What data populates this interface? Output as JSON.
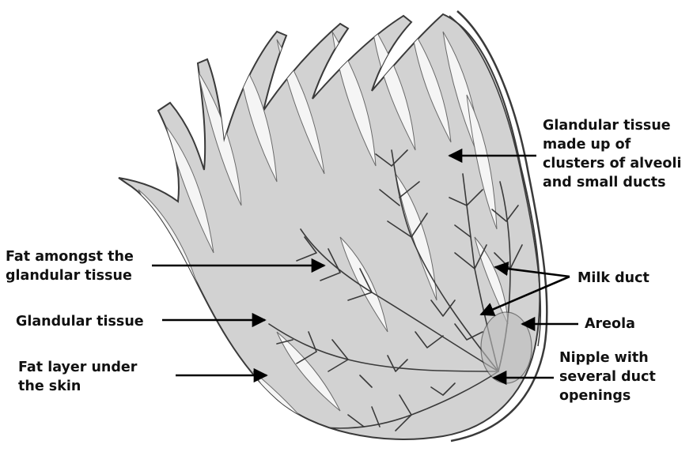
{
  "diagram": {
    "labels": {
      "glandular_tissue_clusters": "Glandular tissue\nmade up of\nclusters of alveoli\nand small ducts",
      "fat_amongst": "Fat amongst the\nglandular tissue",
      "milk_duct": "Milk duct",
      "glandular_tissue": "Glandular tissue",
      "areola": "Areola",
      "nipple": "Nipple with\nseveral duct\nopenings",
      "fat_layer": "Fat layer under\nthe skin"
    },
    "colors": {
      "outline": "#3a3a3a",
      "tissue_fill": "#cfcfcf",
      "lobe_fill": "#f4f4f4",
      "duct": "#3a3a3a",
      "arrow": "#000000"
    }
  }
}
